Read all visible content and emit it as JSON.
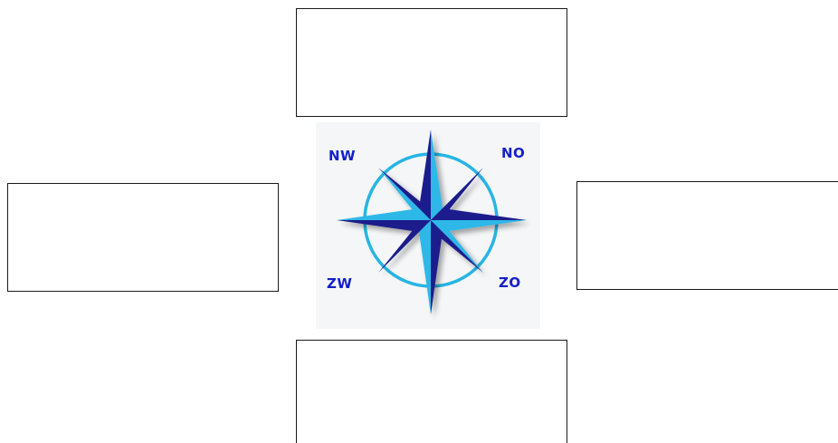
{
  "compass": {
    "labels": {
      "nw": "NW",
      "no": "NO",
      "zw": "ZW",
      "zo": "ZO"
    },
    "colors": {
      "dark_blue": "#1a1a8c",
      "light_blue": "#2fb8e8",
      "ring": "#27b5e3",
      "label": "#1420c8"
    }
  },
  "answer_boxes": {
    "north": "",
    "west": "",
    "east": "",
    "south": ""
  }
}
